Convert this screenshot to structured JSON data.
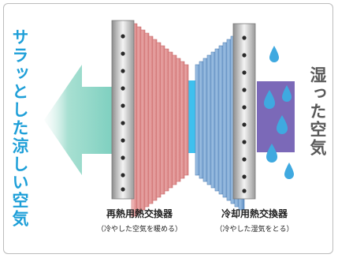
{
  "left_vertical_label": "サラッとした涼しい空気",
  "right_vertical_label": "湿った空気",
  "reheat_exchanger": {
    "title": "再熱用熱交換器",
    "subtitle": "（冷やした空気を暖める）"
  },
  "cooling_exchanger": {
    "title": "冷却用熱交換器",
    "subtitle": "（冷やした湿気をとる）"
  },
  "colors": {
    "cool_air_arrow": "#7fd0c0",
    "reheat_fins": "#e08c8c",
    "cooling_fins": "#6f9fd0",
    "airflow_core": "#3fc0ee",
    "humid_air_block": "#7b69b8",
    "water_drops": "#3fa9e0",
    "left_label": "#1e9fd8",
    "right_label": "#595959"
  }
}
